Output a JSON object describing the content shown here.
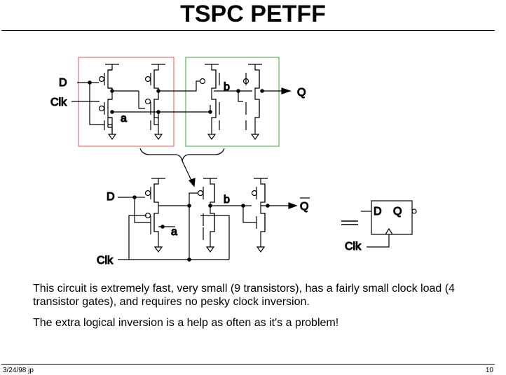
{
  "title": "TSPC PETFF",
  "colors": {
    "stage1_box": "#e05050",
    "stage2_box": "#3aa03a"
  },
  "diagram": {
    "top": {
      "d": "D",
      "clk": "Clk",
      "a": "a",
      "b": "b",
      "q": "Q"
    },
    "bottom": {
      "d": "D",
      "clk": "Clk",
      "a": "a",
      "b": "b",
      "qbar": "Q"
    },
    "symbol": {
      "d": "D",
      "q": "Q",
      "clk": "Clk"
    }
  },
  "paragraphs": [
    "This circuit is extremely fast, very small (9 transistors), has a fairly small clock load (4 transistor gates), and requires no pesky clock inversion.",
    "The extra logical inversion is a help as often as it's a problem!"
  ],
  "footer": {
    "left": "3/24/98 jp",
    "right": "10"
  }
}
